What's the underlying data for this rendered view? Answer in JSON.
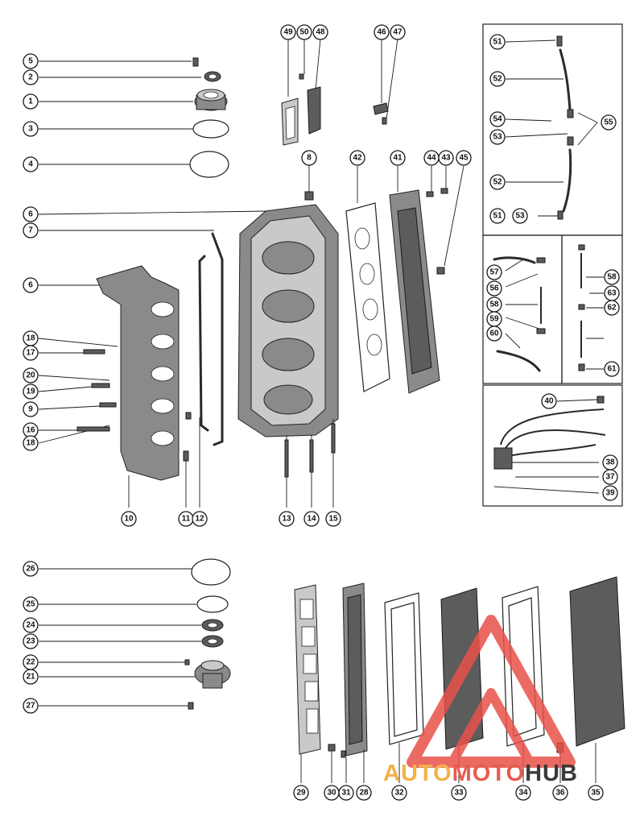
{
  "callouts": {
    "c1": "1",
    "c2": "2",
    "c3": "3",
    "c4": "4",
    "c5": "5",
    "c6a": "6",
    "c6b": "6",
    "c7": "7",
    "c8": "8",
    "c9": "9",
    "c10": "10",
    "c11": "11",
    "c12": "12",
    "c13": "13",
    "c14": "14",
    "c15": "15",
    "c16": "16",
    "c17": "17",
    "c18a": "18",
    "c18b": "18",
    "c19": "19",
    "c20": "20",
    "c21": "21",
    "c22": "22",
    "c23": "23",
    "c24": "24",
    "c25": "25",
    "c26": "26",
    "c27": "27",
    "c28": "28",
    "c29": "29",
    "c30": "30",
    "c31": "31",
    "c32": "32",
    "c33": "33",
    "c34": "34",
    "c35": "35",
    "c36": "36",
    "c37": "37",
    "c38": "38",
    "c39": "39",
    "c40": "40",
    "c41": "41",
    "c42": "42",
    "c43": "43",
    "c44": "44",
    "c45": "45",
    "c46": "46",
    "c47": "47",
    "c48": "48",
    "c49": "49",
    "c50": "50",
    "c51a": "51",
    "c51b": "51",
    "c52a": "52",
    "c52b": "52",
    "c53a": "53",
    "c53b": "53",
    "c54": "54",
    "c55": "55",
    "c56": "56",
    "c57": "57",
    "c58a": "58",
    "c58b": "58",
    "c59": "59",
    "c60": "60",
    "c61": "61",
    "c62": "62",
    "c63": "63"
  },
  "watermark": {
    "part1": "AUTO",
    "part2": "MOTO",
    "part3": "HUB",
    "colors": {
      "auto": "#f2b24a",
      "moto": "#e85b4f",
      "hub": "#3a3a3a",
      "triangle": "#e8524a"
    }
  }
}
